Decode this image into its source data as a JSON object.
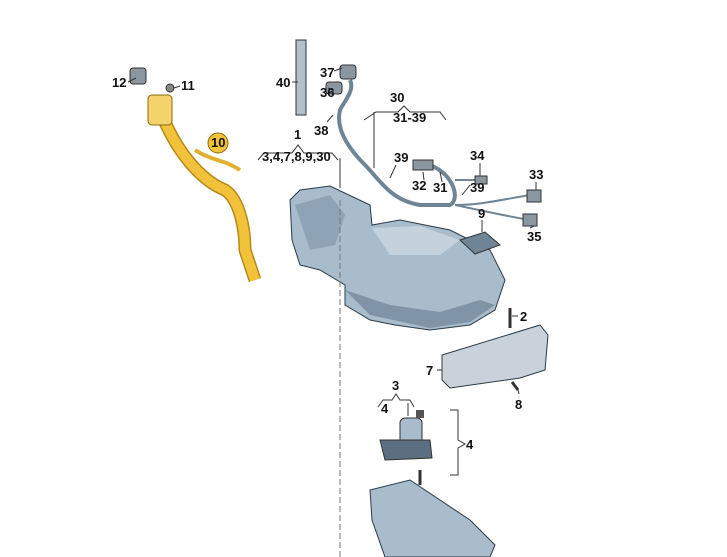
{
  "title": "Fuel tank parts diagram",
  "colors": {
    "tank": "#a9bccb",
    "tank_dark": "#7f95a7",
    "highlight": "#f2c23a",
    "shield": "#c9d2da",
    "harness": "#8fa3b3"
  },
  "labels": {
    "p12": "12",
    "p11": "11",
    "p10": "10",
    "p40": "40",
    "p37": "37",
    "p36": "36",
    "p38": "38",
    "p30": "30",
    "p31_39": "31-39",
    "p1": "1",
    "p1_sub": "3,4,7,8,9,30",
    "p39a": "39",
    "p34": "34",
    "p32": "32",
    "p31": "31",
    "p39b": "39",
    "p33": "33",
    "p9": "9",
    "p35": "35",
    "p2": "2",
    "p7": "7",
    "p8": "8",
    "p3": "3",
    "p3_sub": "4",
    "p4": "4"
  }
}
